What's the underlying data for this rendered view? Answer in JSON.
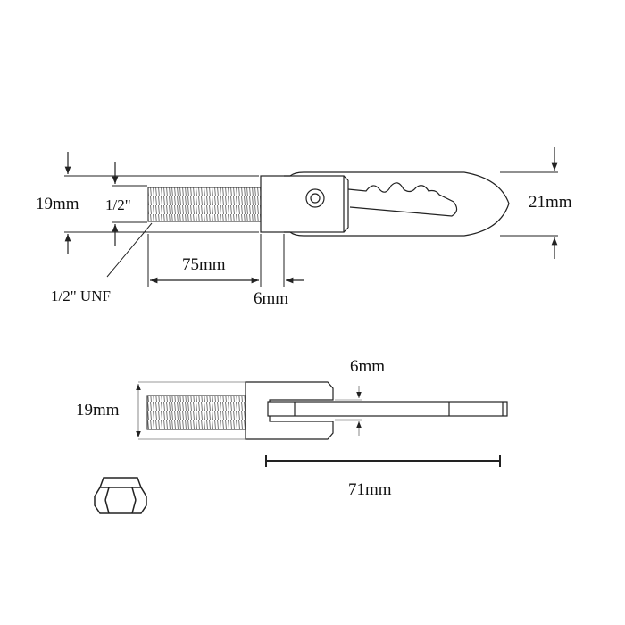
{
  "top_view": {
    "labels": {
      "overall_height": "19mm",
      "thread_diameter": "1/2\"",
      "thread_spec": "1/2\" UNF",
      "thread_length": "75mm",
      "shoulder_width": "6mm",
      "blade_width": "21mm"
    }
  },
  "side_view": {
    "labels": {
      "overall_height": "19mm",
      "slot_width": "6mm",
      "blade_length": "71mm"
    }
  },
  "nut": {
    "label": ""
  }
}
